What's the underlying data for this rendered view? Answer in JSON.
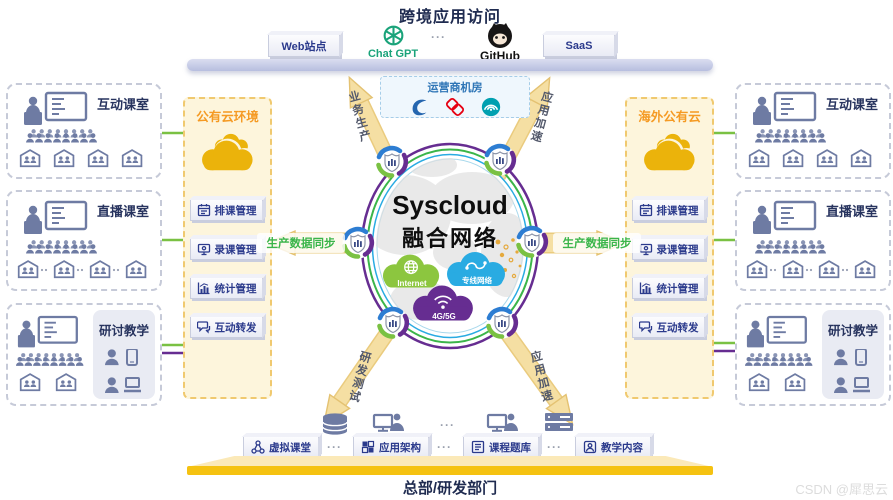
{
  "top": {
    "title": "跨境应用访问",
    "web": "Web站点",
    "chatgpt": "Chat GPT",
    "github": "GitHub",
    "saas": "SaaS",
    "dots": "···"
  },
  "carrier": {
    "title": "运营商机房",
    "logos": [
      "china-telecom",
      "china-unicom",
      "china-mobile"
    ]
  },
  "rooms": {
    "left": [
      {
        "label": "互动课室"
      },
      {
        "label": "直播课室"
      },
      {
        "label": "研讨教学"
      }
    ],
    "right": [
      {
        "label": "互动课室"
      },
      {
        "label": "直播课室"
      },
      {
        "label": "研讨教学"
      }
    ]
  },
  "panels": {
    "left": {
      "title": "公有云环境",
      "buttons": [
        "排课管理",
        "录课管理",
        "统计管理",
        "互动转发"
      ]
    },
    "right": {
      "title": "海外公有云",
      "buttons": [
        "排课管理",
        "录课管理",
        "统计管理",
        "互动转发"
      ]
    }
  },
  "hub": {
    "title": "Syscloud",
    "subtitle": "融合网络",
    "clouds": [
      {
        "label": "Internet"
      },
      {
        "label": "专线网络"
      },
      {
        "label": "4G/5G"
      }
    ]
  },
  "flows": {
    "top_left": "业务生产",
    "top_right": "应用加速",
    "mid_left": "生产数据同步",
    "mid_right": "生产数据同步",
    "bottom_left": "研发测试",
    "bottom_right": "应用加速"
  },
  "bottom": {
    "title": "总部/研发部门",
    "buttons": [
      "虚拟课堂",
      "应用架构",
      "课程题库",
      "教学内容"
    ],
    "dots": "···"
  },
  "watermark": "CSDN @犀思云",
  "colors": {
    "accent_yellow": "#F5C211",
    "panel_orange": "#F59A23",
    "green": "#3BB54A",
    "purple": "#662D91",
    "blue": "#29ABE2",
    "navy": "#2B3A8C",
    "slate": "#6E7BA3",
    "gold_cloud": "#EBB30B",
    "arrow": "#F4DB9A",
    "chatgpt_green": "#1AA37A"
  }
}
